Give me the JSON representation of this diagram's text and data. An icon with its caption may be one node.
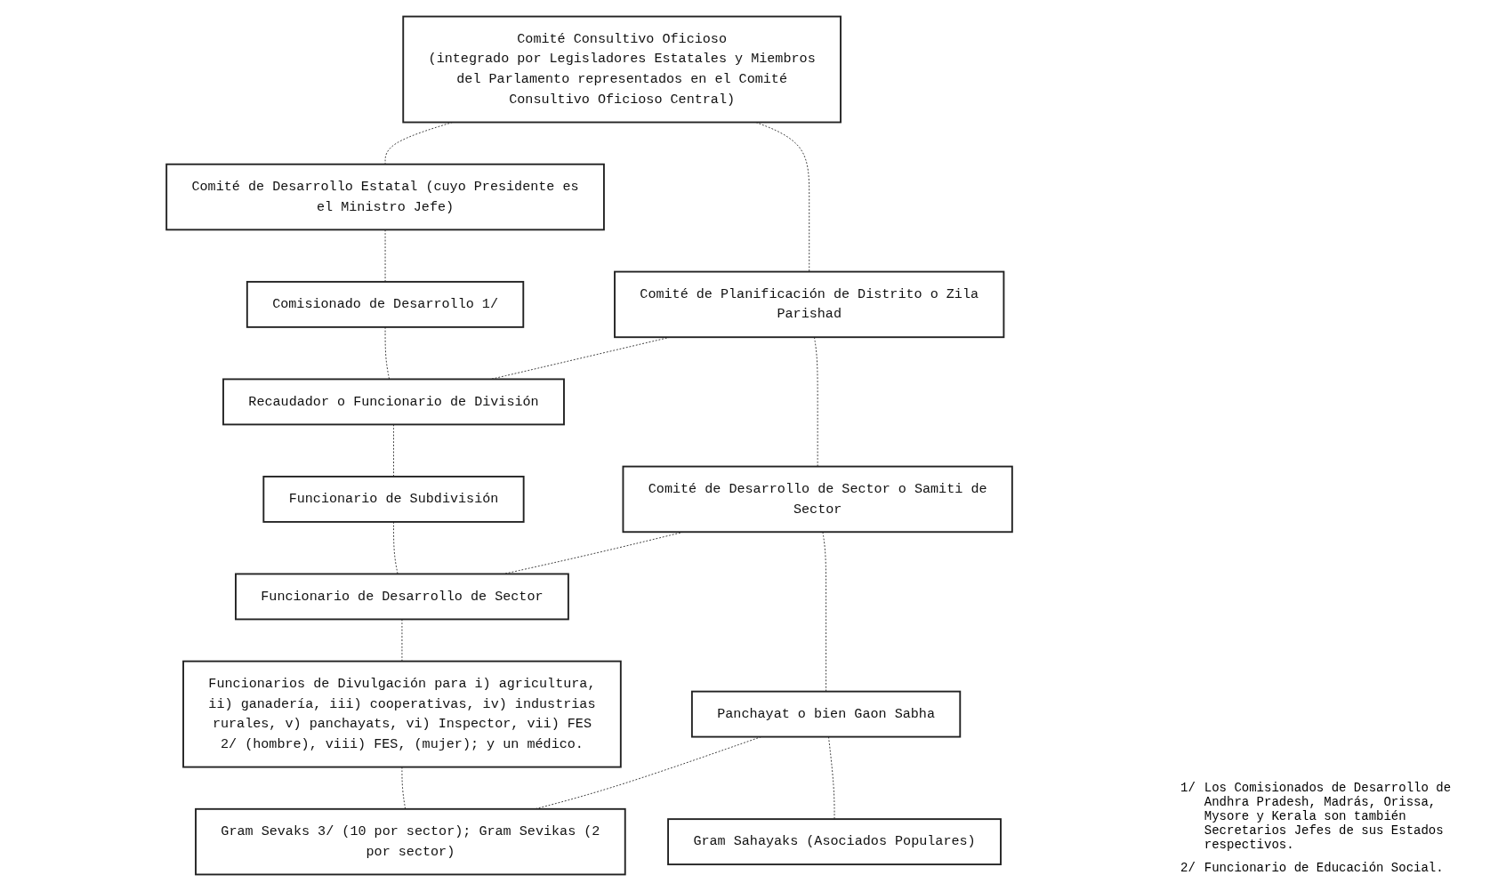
{
  "diagram": {
    "nodes": [
      {
        "text": [
          "Comité Consultivo Oficioso",
          "(integrado por Legisladores Estatales y Miembros del Parlamento representados en el Comité Consultivo Oficioso Central)"
        ]
      },
      {
        "text": [
          "Comité de Desarrollo Estatal (cuyo Presidente es el Ministro Jefe)"
        ]
      },
      {
        "text": [
          "Comisionado de Desarrollo 1/"
        ]
      },
      {
        "text": [
          "Comité de Planificación de Distrito o Zila Parishad"
        ]
      },
      {
        "text": [
          "Recaudador o Funcionario de División"
        ]
      },
      {
        "text": [
          "Funcionario de Subdivisión"
        ]
      },
      {
        "text": [
          "Comité de Desarrollo de Sector o Samiti de Sector"
        ]
      },
      {
        "text": [
          "Funcionario de Desarrollo de Sector"
        ]
      },
      {
        "text": [
          "Funcionarios de Divulgación para i) agricultura, ii) ganadería, iii) cooperativas, iv) industrias rurales, v) panchayats, vi) Inspector, vii) FES 2/ (hombre), viii) FES, (mujer); y un médico."
        ]
      },
      {
        "text": [
          "Panchayat o bien Gaon Sabha"
        ]
      },
      {
        "text": [
          "Gram Sevaks 3/ (10 por sector); Gram Sevikas (2 por sector)"
        ]
      },
      {
        "text": [
          "Gram Sahayaks (Asociados Populares)"
        ]
      }
    ],
    "edges": [
      {
        "from": 0,
        "to": 1,
        "arrow": "none",
        "style": "dashed"
      },
      {
        "from": 0,
        "to": 3,
        "arrow": "none",
        "style": "dashed"
      },
      {
        "from": 1,
        "to": 2,
        "arrow": "none",
        "style": "dashed"
      },
      {
        "from": 2,
        "to": 4,
        "arrow": "none",
        "style": "dashed"
      },
      {
        "from": 3,
        "to": 4,
        "arrow": "none",
        "style": "dashed"
      },
      {
        "from": 3,
        "to": 6,
        "arrow": "none",
        "style": "dashed"
      },
      {
        "from": 4,
        "to": 5,
        "arrow": "none",
        "style": "dashed"
      },
      {
        "from": 5,
        "to": 7,
        "arrow": "none",
        "style": "dashed"
      },
      {
        "from": 6,
        "to": 7,
        "arrow": "none",
        "style": "dashed"
      },
      {
        "from": 6,
        "to": 9,
        "arrow": "none",
        "style": "dashed"
      },
      {
        "from": 7,
        "to": 8,
        "arrow": "none",
        "style": "dashed"
      },
      {
        "from": 8,
        "to": 10,
        "arrow": "none",
        "style": "dashed"
      },
      {
        "from": 9,
        "to": 10,
        "arrow": "none",
        "style": "dashed"
      },
      {
        "from": 9,
        "to": 11,
        "arrow": "none",
        "style": "dashed"
      }
    ],
    "labels": [
      "1/",
      "Los Comisionados de Desarrollo de Andhra Pradesh, Madrás, Orissa, Mysore y Kerala son también Secretarios Jefes de sus Estados respectivos.",
      "2/",
      "Funcionario de Educación Social."
    ]
  }
}
